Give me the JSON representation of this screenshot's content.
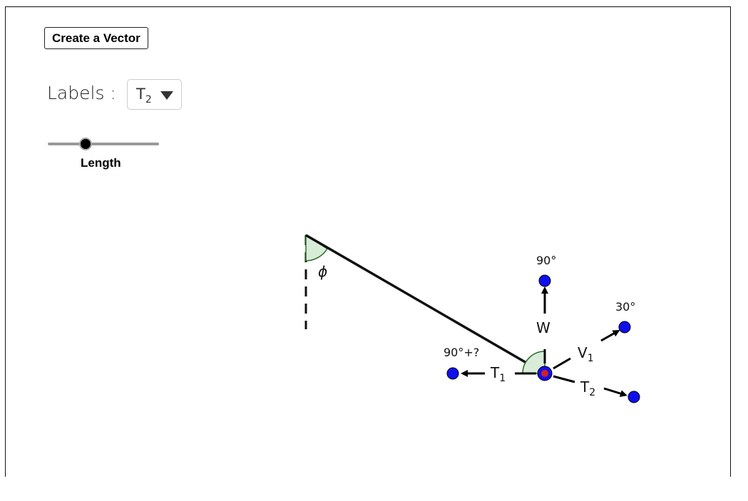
{
  "toolbar": {
    "create_vector_label": "Create a Vector"
  },
  "labels_control": {
    "caption": "Labels :",
    "selected_main": "T",
    "selected_sub": "2"
  },
  "slider": {
    "label": "Length",
    "value_fraction": 0.34
  },
  "diagram": {
    "angle_phi": "ϕ",
    "vectors": [
      {
        "name": "W",
        "sub": "",
        "angle_label": "90°"
      },
      {
        "name": "V",
        "sub": "1",
        "angle_label": "30°"
      },
      {
        "name": "T",
        "sub": "1",
        "angle_label": "90°+?"
      },
      {
        "name": "T",
        "sub": "2",
        "angle_label": ""
      }
    ],
    "colors": {
      "handle": "#1010ee",
      "center": "#d42020",
      "angle_fill": "#d8ecd8"
    }
  }
}
